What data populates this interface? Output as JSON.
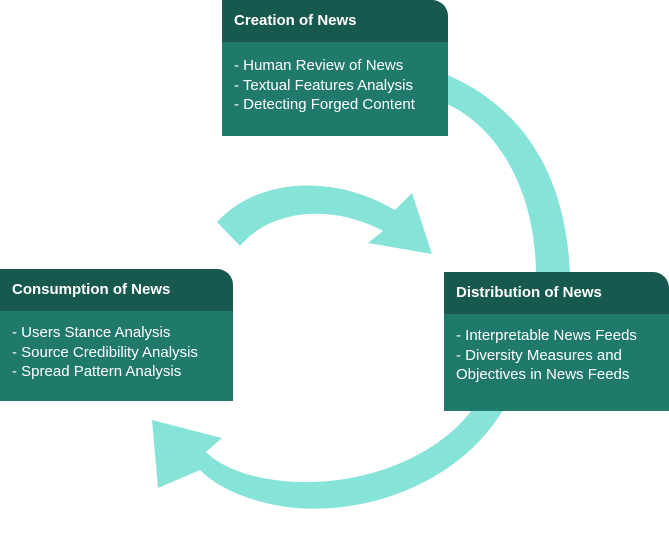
{
  "colors": {
    "arrow": "#86e3d8",
    "header": "#17594e",
    "body": "#1f7a6c",
    "text": "#ffffff"
  },
  "cards": {
    "creation": {
      "title": "Creation of News",
      "items": [
        "- Human Review of News",
        "- Textual Features Analysis",
        "- Detecting Forged Content"
      ]
    },
    "consumption": {
      "title": "Consumption of News",
      "items": [
        "- Users Stance Analysis",
        "- Source Credibility Analysis",
        "- Spread Pattern Analysis"
      ]
    },
    "distribution": {
      "title": "Distribution of News",
      "items": [
        "- Interpretable News Feeds",
        "- Diversity Measures and",
        "Objectives in News Feeds"
      ]
    }
  }
}
